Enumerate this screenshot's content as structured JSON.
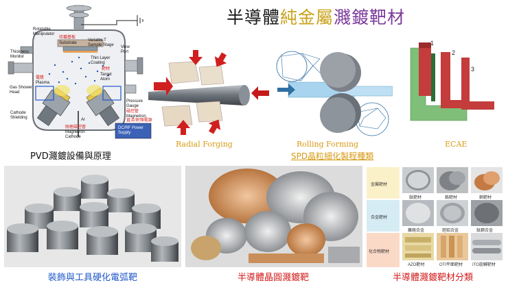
{
  "title": {
    "part1": "半導體",
    "part2": "純金屬",
    "part3": "濺鍍靶材",
    "color1": "#1a1a1a",
    "color2": "#c9a21b",
    "color3": "#7b3a9a"
  },
  "pvd": {
    "caption": "PVD濺鍍設備與原理",
    "labels": {
      "rotatable_manipulator": "Rotatable\nManipulator",
      "thickness_monitor": "Thickness\nMonitor",
      "substrate": "Substrate",
      "variable_t": "Variable T\nSample Stage",
      "view_port": "View\nPort",
      "thin_layer": "Thin Layer\nCoating",
      "target_atom": "Target\nAtom",
      "gas_shower": "Gas Shower\nHead",
      "plasma": "Plasma",
      "pressure_gauge": "Pressure\nGauge",
      "magnetron": "Magnetron",
      "cathode_shielding": "Cathode\nShielding",
      "ar": "Ar",
      "magnetron_cathode": "Magnetron\nCathode",
      "dc_rf_power": "DC/RF Power\nSupply"
    },
    "labels_cn": {
      "substrate_cn": "待鍍基板",
      "target_cn": "靶材",
      "plasma_cn": "電漿",
      "magnetron_cn": "磁控管",
      "power_cn": "直流/射頻電源",
      "cathode_cn": "陰極磁控管"
    }
  },
  "processes": {
    "radial": "Radial Forging",
    "rolling": "Rolling Forming",
    "ecae": "ECAE",
    "spd_caption": "SPD晶粒細化製程種類",
    "ecae_steps": [
      "1",
      "2",
      "3"
    ]
  },
  "bottom": {
    "arc_caption": "裝飾與工具硬化電弧靶",
    "wafer_caption": "半導體晶圓濺鍍靶",
    "class_caption": "半導體濺鍍靶材分類"
  },
  "classification": {
    "rows": [
      {
        "label": "金屬靶材",
        "items": [
          "鈦靶材",
          "鎢靶材",
          "銅靶材"
        ]
      },
      {
        "label": "合金靶材",
        "items": [
          "鎳鉻合金",
          "鉭鋁合金",
          "鈦鋼合金"
        ]
      },
      {
        "label": "化合物靶材",
        "items": [
          "AZO靶材",
          "OTI平面靶材",
          "ITO旋轉靶材"
        ]
      }
    ]
  },
  "colors": {
    "blue_caption": "#1f57c9",
    "red_caption": "#d21b1b",
    "gold_caption": "#d79a13"
  }
}
